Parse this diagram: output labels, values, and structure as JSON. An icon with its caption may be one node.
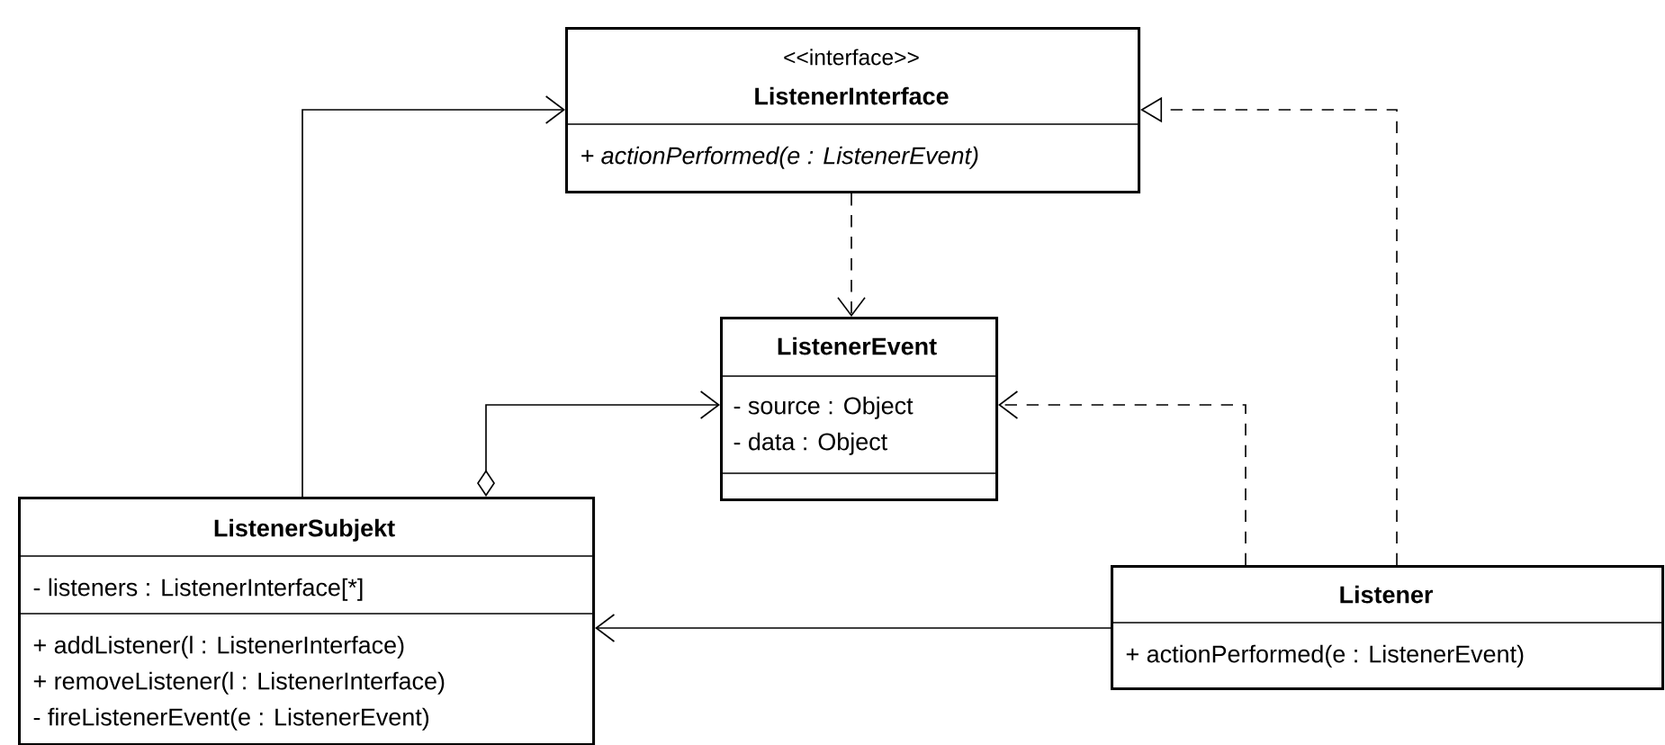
{
  "diagram": {
    "nodes": [
      {
        "text": [
          "<<interface>>",
          "ListenerInterface",
          "+ actionPerformed(e : ListenerEvent)"
        ]
      },
      {
        "text": [
          "ListenerEvent",
          "- source : Object",
          "- data : Object"
        ]
      },
      {
        "text": [
          "ListenerSubjekt",
          "- listeners : ListenerInterface[*]",
          "+ addListener(l : ListenerInterface)",
          "+ removeListener(l : ListenerInterface)",
          "- fireListenerEvent(e : ListenerEvent)"
        ]
      },
      {
        "text": [
          "Listener",
          "+ actionPerformed(e : ListenerEvent)"
        ]
      }
    ],
    "edges": [
      {
        "from": 2,
        "to": 0,
        "arrow": "to"
      },
      {
        "from": 3,
        "to": 0,
        "arrow": "to",
        "style": "dashed"
      },
      {
        "from": 0,
        "to": 1,
        "arrow": "to",
        "style": "dashed"
      },
      {
        "from": 2,
        "to": 1,
        "arrow": "to"
      },
      {
        "from": 3,
        "to": 1,
        "arrow": "to",
        "style": "dashed"
      },
      {
        "from": 3,
        "to": 2,
        "arrow": "to"
      }
    ]
  }
}
